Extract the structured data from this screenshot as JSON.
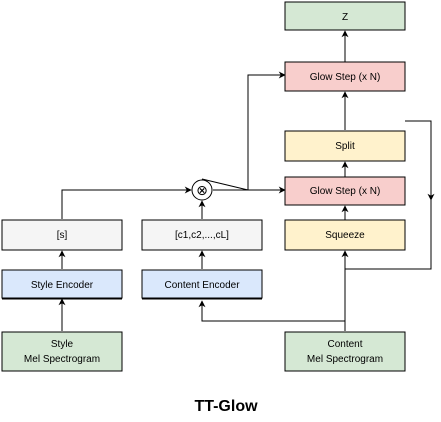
{
  "title": "TT-Glow",
  "nodes": {
    "z": "Z",
    "glow_step_top": "Glow Step (x N)",
    "split": "Split",
    "glow_step_bottom": "Glow Step (x N)",
    "style_token": "[s]",
    "content_tokens": "[c1,c2,...,cL]",
    "squeeze": "Squeeze",
    "style_encoder": "Style Encoder",
    "content_encoder": "Content Encoder",
    "style_input_line1": "Style",
    "style_input_line2": "Mel Spectrogram",
    "content_input_line1": "Content",
    "content_input_line2": "Mel Spectrogram"
  },
  "operators": {
    "combine": "⊗"
  },
  "colors": {
    "green": "#d5e8d4",
    "red": "#f8cecc",
    "yellow": "#fff2cc",
    "blue": "#dae8fc",
    "gray": "#f5f5f5",
    "white": "#ffffff"
  }
}
